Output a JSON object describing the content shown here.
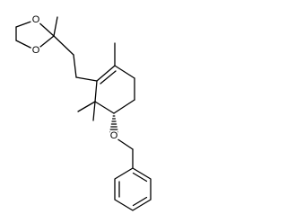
{
  "molecule": {
    "atoms": {
      "dioxolane_o1": "O",
      "dioxolane_o2": "O",
      "ether_o": "O"
    },
    "colors": {
      "bond": "#000000",
      "background": "#ffffff"
    }
  }
}
